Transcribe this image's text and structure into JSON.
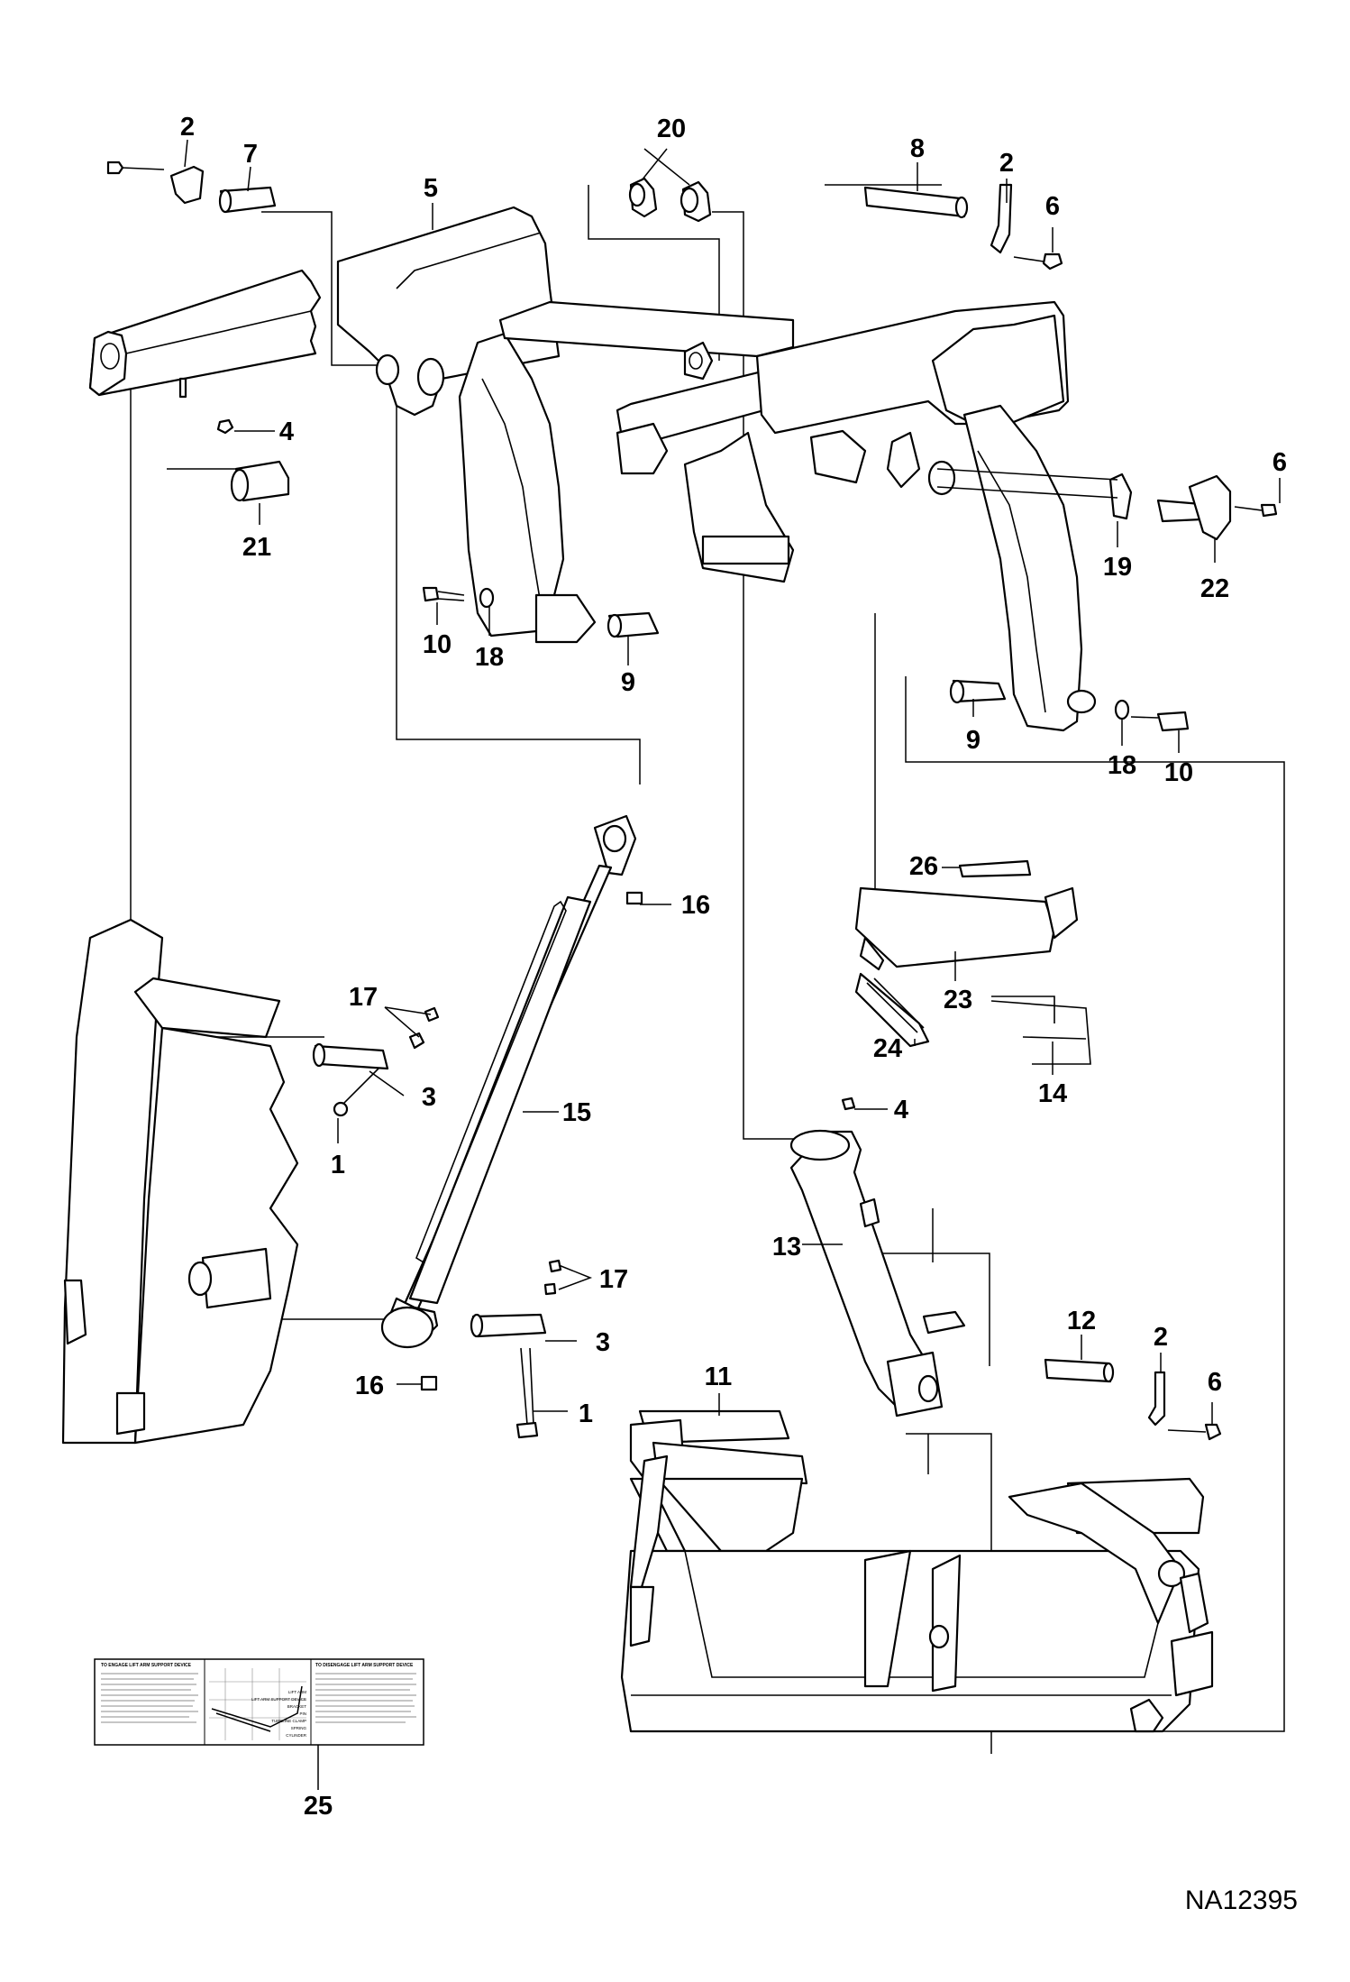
{
  "drawing_number": "NA12395",
  "callouts": [
    {
      "id": "c-2a",
      "label": "2"
    },
    {
      "id": "c-7",
      "label": "7"
    },
    {
      "id": "c-5",
      "label": "5"
    },
    {
      "id": "c-20",
      "label": "20"
    },
    {
      "id": "c-8",
      "label": "8"
    },
    {
      "id": "c-2b",
      "label": "2"
    },
    {
      "id": "c-6a",
      "label": "6"
    },
    {
      "id": "c-4a",
      "label": "4"
    },
    {
      "id": "c-21",
      "label": "21"
    },
    {
      "id": "c-6b",
      "label": "6"
    },
    {
      "id": "c-19",
      "label": "19"
    },
    {
      "id": "c-22",
      "label": "22"
    },
    {
      "id": "c-10a",
      "label": "10"
    },
    {
      "id": "c-18a",
      "label": "18"
    },
    {
      "id": "c-9a",
      "label": "9"
    },
    {
      "id": "c-9b",
      "label": "9"
    },
    {
      "id": "c-18b",
      "label": "18"
    },
    {
      "id": "c-10b",
      "label": "10"
    },
    {
      "id": "c-26",
      "label": "26"
    },
    {
      "id": "c-16a",
      "label": "16"
    },
    {
      "id": "c-17a",
      "label": "17"
    },
    {
      "id": "c-23",
      "label": "23"
    },
    {
      "id": "c-3a",
      "label": "3"
    },
    {
      "id": "c-24",
      "label": "24"
    },
    {
      "id": "c-15",
      "label": "15"
    },
    {
      "id": "c-14",
      "label": "14"
    },
    {
      "id": "c-1a",
      "label": "1"
    },
    {
      "id": "c-4b",
      "label": "4"
    },
    {
      "id": "c-13",
      "label": "13"
    },
    {
      "id": "c-17b",
      "label": "17"
    },
    {
      "id": "c-3b",
      "label": "3"
    },
    {
      "id": "c-12",
      "label": "12"
    },
    {
      "id": "c-2c",
      "label": "2"
    },
    {
      "id": "c-16b",
      "label": "16"
    },
    {
      "id": "c-1b",
      "label": "1"
    },
    {
      "id": "c-11",
      "label": "11"
    },
    {
      "id": "c-6c",
      "label": "6"
    },
    {
      "id": "c-25",
      "label": "25"
    }
  ],
  "decal": {
    "left_title": "TO ENGAGE LIFT ARM SUPPORT DEVICE",
    "right_title": "TO DISENGAGE LIFT ARM SUPPORT DEVICE",
    "labels": [
      "LIFT ARM",
      "LIFT ARM SUPPORT DEVICE",
      "BRACKET",
      "PIN",
      "TUBELINE CLAMP",
      "SPRING",
      "CYLINDER"
    ]
  }
}
